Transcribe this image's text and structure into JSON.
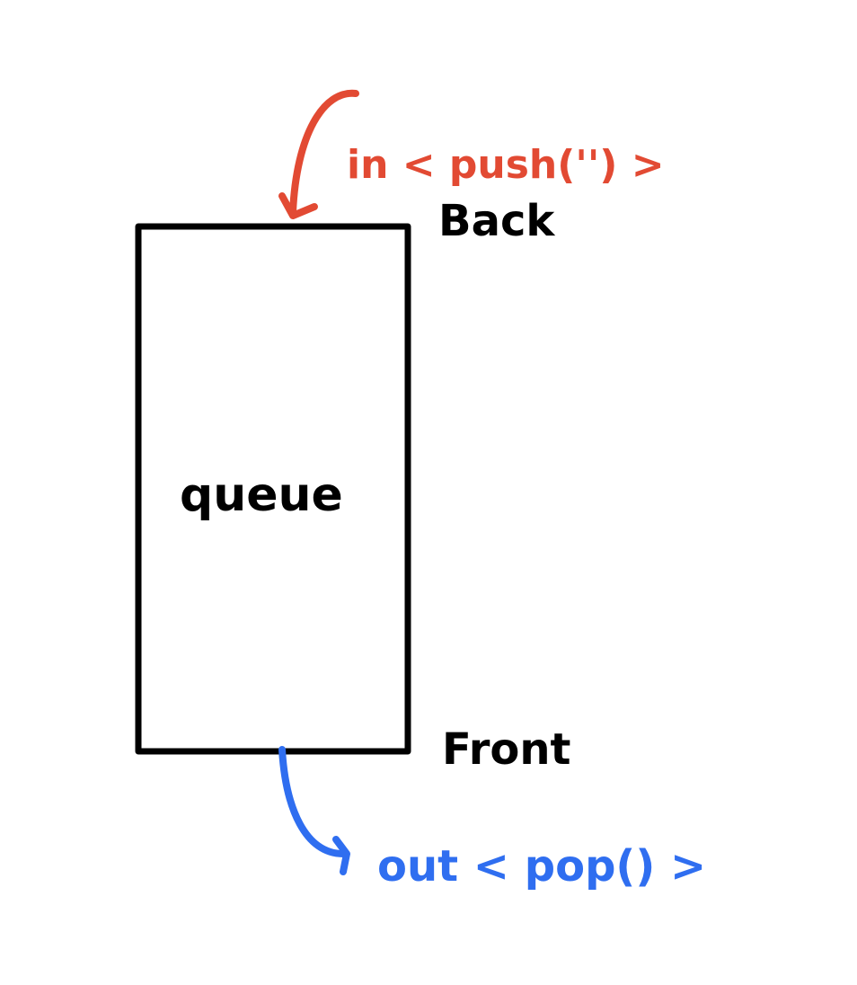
{
  "diagram": {
    "box_label": "queue",
    "back_label": "Back",
    "front_label": "Front",
    "in_label": "in < push('') >",
    "out_label": "out < pop() >",
    "colors": {
      "box": "#000000",
      "in_arrow": "#e24a33",
      "out_arrow": "#2f6ef0"
    }
  }
}
